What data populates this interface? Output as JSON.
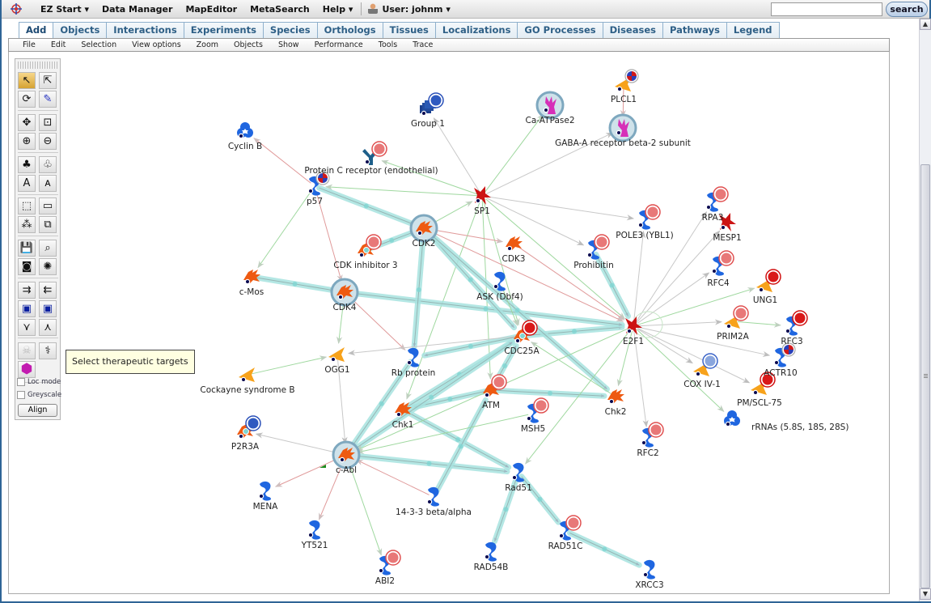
{
  "topbar": {
    "menus": [
      {
        "label": "EZ Start",
        "dropdown": true
      },
      {
        "label": "Data Manager",
        "dropdown": false
      },
      {
        "label": "MapEditor",
        "dropdown": false
      },
      {
        "label": "MetaSearch",
        "dropdown": false
      },
      {
        "label": "Help",
        "dropdown": true
      }
    ],
    "user_label": "User: johnm",
    "search_placeholder": "",
    "search_button": "search"
  },
  "tabs": [
    "Add",
    "Objects",
    "Interactions",
    "Experiments",
    "Species",
    "Orthologs",
    "Tissues",
    "Localizations",
    "GO Processes",
    "Diseases",
    "Pathways",
    "Legend"
  ],
  "active_tab": "Add",
  "submenu": [
    "File",
    "Edit",
    "Selection",
    "View options",
    "Zoom",
    "Objects",
    "Show",
    "Performance",
    "Tools",
    "Trace"
  ],
  "palette": {
    "tools": [
      {
        "name": "pointer-tool",
        "glyph": "↖",
        "selected": true
      },
      {
        "name": "lasso-select-tool",
        "glyph": "⇱",
        "selected": false
      },
      {
        "name": "rotate-select-tool",
        "glyph": "⟳",
        "selected": false
      },
      {
        "name": "brush-tool",
        "glyph": "✎",
        "selected": false
      },
      {
        "name": "pan-tool",
        "glyph": "✥",
        "selected": false
      },
      {
        "name": "fit-tool",
        "glyph": "⊡",
        "selected": false
      },
      {
        "name": "zoom-in-tool",
        "glyph": "⊕",
        "selected": false
      },
      {
        "name": "zoom-out-tool",
        "glyph": "⊖",
        "selected": false
      },
      {
        "name": "enlarge-icons-tool",
        "glyph": "♣",
        "selected": false
      },
      {
        "name": "shrink-icons-tool",
        "glyph": "♧",
        "selected": false
      },
      {
        "name": "font-larger-tool",
        "glyph": "A",
        "selected": false
      },
      {
        "name": "font-smaller-tool",
        "glyph": "ᴀ",
        "selected": false
      },
      {
        "name": "move-selection-tool",
        "glyph": "⬚",
        "selected": false
      },
      {
        "name": "move-box-tool",
        "glyph": "▭",
        "selected": false
      },
      {
        "name": "layout-network-tool",
        "glyph": "⁂",
        "selected": false
      },
      {
        "name": "expand-box-tool",
        "glyph": "⧉",
        "selected": false
      },
      {
        "name": "save-tool",
        "glyph": "💾",
        "selected": false
      },
      {
        "name": "find-tool",
        "glyph": "⌕",
        "selected": false
      },
      {
        "name": "snapshot-tool",
        "glyph": "◙",
        "selected": false
      },
      {
        "name": "highlight-tool",
        "glyph": "✺",
        "selected": false
      },
      {
        "name": "expand-in-tool",
        "glyph": "⇉",
        "selected": false
      },
      {
        "name": "expand-out-tool",
        "glyph": "⇇",
        "selected": false
      },
      {
        "name": "expand-in-filled-tool",
        "glyph": "▣",
        "selected": false
      },
      {
        "name": "expand-out-filled-tool",
        "glyph": "▣",
        "selected": false
      },
      {
        "name": "merge-tool",
        "glyph": "⋎",
        "selected": false
      },
      {
        "name": "split-tool",
        "glyph": "⋏",
        "selected": false
      },
      {
        "name": "toxicity-tool",
        "glyph": "☠",
        "selected": false
      },
      {
        "name": "therapeutic-targets-tool",
        "glyph": "⚕",
        "selected": false
      },
      {
        "name": "hexagon-tool",
        "glyph": "⬢",
        "selected": false
      }
    ],
    "checkboxes": [
      {
        "label": "Loc mode",
        "checked": false
      },
      {
        "label": "Greyscale",
        "checked": false
      }
    ],
    "align_button": "Align"
  },
  "tooltip": "Select therapeutic targets",
  "network": {
    "nodes": [
      {
        "id": "group1",
        "label": "Group 1",
        "type": "group",
        "badge": "blue-solid"
      },
      {
        "id": "plcl1",
        "label": "PLCL1",
        "type": "enzyme",
        "badge": "mixed"
      },
      {
        "id": "caatpase2",
        "label": "Ca-ATPase2",
        "type": "channel",
        "badge": "none",
        "highlight": true
      },
      {
        "id": "gaba",
        "label": "GABA-A receptor beta-2 subunit",
        "type": "channel",
        "badge": "none",
        "highlight": true
      },
      {
        "id": "cyclinb",
        "label": "Cyclin B",
        "type": "complex",
        "badge": "none"
      },
      {
        "id": "protc",
        "label": "Protein C receptor (endothelial)",
        "type": "receptor",
        "badge": "red-light"
      },
      {
        "id": "p57",
        "label": "p57",
        "type": "protein",
        "badge": "mixed"
      },
      {
        "id": "sp1",
        "label": "SP1",
        "type": "tf",
        "badge": "none"
      },
      {
        "id": "cdk2",
        "label": "CDK2",
        "type": "kinase",
        "badge": "none",
        "highlight": true
      },
      {
        "id": "rpa3",
        "label": "RPA3",
        "type": "protein",
        "badge": "red-light"
      },
      {
        "id": "mesp1",
        "label": "MESP1",
        "type": "tf",
        "badge": "none"
      },
      {
        "id": "pole3",
        "label": "POLE3 (YBL1)",
        "type": "protein",
        "badge": "red-light"
      },
      {
        "id": "cdk3",
        "label": "CDK3",
        "type": "kinase",
        "badge": "none"
      },
      {
        "id": "cdkinh3",
        "label": "CDK inhibitor 3",
        "type": "phosphatase",
        "badge": "red-light"
      },
      {
        "id": "prohibitin",
        "label": "Prohibitin",
        "type": "protein",
        "badge": "red-light"
      },
      {
        "id": "rfc4",
        "label": "RFC4",
        "type": "protein",
        "badge": "red-light"
      },
      {
        "id": "cmos",
        "label": "c-Mos",
        "type": "kinase",
        "badge": "none"
      },
      {
        "id": "cdk4",
        "label": "CDK4",
        "type": "kinase",
        "badge": "none",
        "highlight": true
      },
      {
        "id": "askdbf4",
        "label": "ASK (Dbf4)",
        "type": "protein",
        "badge": "none"
      },
      {
        "id": "ung1",
        "label": "UNG1",
        "type": "enzyme",
        "badge": "red-dark"
      },
      {
        "id": "e2f1",
        "label": "E2F1",
        "type": "tf",
        "badge": "none"
      },
      {
        "id": "prim2a",
        "label": "PRIM2A",
        "type": "enzyme",
        "badge": "red-light"
      },
      {
        "id": "rfc3",
        "label": "RFC3",
        "type": "protein",
        "badge": "red-dark"
      },
      {
        "id": "cdc25a",
        "label": "CDC25A",
        "type": "phosphatase",
        "badge": "red-dark"
      },
      {
        "id": "ogg1",
        "label": "OGG1",
        "type": "enzyme",
        "badge": "none"
      },
      {
        "id": "rbprotein",
        "label": "Rb protein",
        "type": "protein",
        "badge": "none"
      },
      {
        "id": "actr10",
        "label": "ACTR10",
        "type": "protein",
        "badge": "mixed"
      },
      {
        "id": "coxiv1",
        "label": "COX IV-1",
        "type": "enzyme",
        "badge": "blue-light"
      },
      {
        "id": "cockayne",
        "label": "Cockayne syndrome B",
        "type": "enzyme",
        "badge": "none"
      },
      {
        "id": "atm",
        "label": "ATM",
        "type": "kinase",
        "badge": "red-light"
      },
      {
        "id": "chk2",
        "label": "Chk2",
        "type": "kinase",
        "badge": "none"
      },
      {
        "id": "pmscl75",
        "label": "PM/SCL-75",
        "type": "enzyme",
        "badge": "red-dark"
      },
      {
        "id": "chk1",
        "label": "Chk1",
        "type": "kinase",
        "badge": "none"
      },
      {
        "id": "msh5",
        "label": "MSH5",
        "type": "protein",
        "badge": "red-light"
      },
      {
        "id": "rrnas",
        "label": "rRNAs (5.8S, 18S, 28S)",
        "type": "complex",
        "badge": "none"
      },
      {
        "id": "p2r3a",
        "label": "P2R3A",
        "type": "phosphatase",
        "badge": "blue-solid"
      },
      {
        "id": "rfc2",
        "label": "RFC2",
        "type": "protein",
        "badge": "red-light"
      },
      {
        "id": "cabl",
        "label": "c-Abl",
        "type": "kinase",
        "badge": "none",
        "highlight": true
      },
      {
        "id": "rad51",
        "label": "Rad51",
        "type": "protein",
        "badge": "none"
      },
      {
        "id": "mena",
        "label": "MENA",
        "type": "protein",
        "badge": "none"
      },
      {
        "id": "1433",
        "label": "14-3-3 beta/alpha",
        "type": "protein",
        "badge": "none"
      },
      {
        "id": "yt521",
        "label": "YT521",
        "type": "protein",
        "badge": "none"
      },
      {
        "id": "rad51c",
        "label": "RAD51C",
        "type": "protein",
        "badge": "red-light"
      },
      {
        "id": "rad54b",
        "label": "RAD54B",
        "type": "protein",
        "badge": "none"
      },
      {
        "id": "abi2",
        "label": "ABI2",
        "type": "protein",
        "badge": "red-light"
      },
      {
        "id": "xrcc3",
        "label": "XRCC3",
        "type": "protein",
        "badge": "none"
      }
    ],
    "edges": [
      {
        "from": "sp1",
        "to": "group1",
        "kind": "grey"
      },
      {
        "from": "sp1",
        "to": "caatpase2",
        "kind": "green"
      },
      {
        "from": "sp1",
        "to": "gaba",
        "kind": "grey"
      },
      {
        "from": "plcl1",
        "to": "gaba",
        "kind": "red"
      },
      {
        "from": "p57",
        "to": "cyclinb",
        "kind": "red"
      },
      {
        "from": "sp1",
        "to": "protc",
        "kind": "green"
      },
      {
        "from": "sp1",
        "to": "p57",
        "kind": "green"
      },
      {
        "from": "p57",
        "to": "cdk2",
        "kind": "thick"
      },
      {
        "from": "cdk2",
        "to": "sp1",
        "kind": "green"
      },
      {
        "from": "sp1",
        "to": "pole3",
        "kind": "grey"
      },
      {
        "from": "sp1",
        "to": "prohibitin",
        "kind": "grey"
      },
      {
        "from": "sp1",
        "to": "cdc25a",
        "kind": "green"
      },
      {
        "from": "sp1",
        "to": "e2f1",
        "kind": "green"
      },
      {
        "from": "sp1",
        "to": "atm",
        "kind": "green"
      },
      {
        "from": "sp1",
        "to": "chk1",
        "kind": "green"
      },
      {
        "from": "e2f1",
        "to": "pole3",
        "kind": "grey"
      },
      {
        "from": "e2f1",
        "to": "rpa3",
        "kind": "grey"
      },
      {
        "from": "e2f1",
        "to": "mesp1",
        "kind": "grey"
      },
      {
        "from": "e2f1",
        "to": "rfc4",
        "kind": "grey"
      },
      {
        "from": "e2f1",
        "to": "ung1",
        "kind": "green"
      },
      {
        "from": "e2f1",
        "to": "prim2a",
        "kind": "grey"
      },
      {
        "from": "prim2a",
        "to": "rfc3",
        "kind": "green"
      },
      {
        "from": "e2f1",
        "to": "actr10",
        "kind": "grey"
      },
      {
        "from": "e2f1",
        "to": "coxiv1",
        "kind": "grey"
      },
      {
        "from": "e2f1",
        "to": "pmscl75",
        "kind": "grey"
      },
      {
        "from": "e2f1",
        "to": "rrnas",
        "kind": "green"
      },
      {
        "from": "e2f1",
        "to": "rfc2",
        "kind": "grey"
      },
      {
        "from": "e2f1",
        "to": "chk2",
        "kind": "green"
      },
      {
        "from": "prohibitin",
        "to": "e2f1",
        "kind": "thick"
      },
      {
        "from": "cdc25a",
        "to": "e2f1",
        "kind": "thick"
      },
      {
        "from": "cdk4",
        "to": "e2f1",
        "kind": "thick"
      },
      {
        "from": "cdk2",
        "to": "cdc25a",
        "kind": "thick"
      },
      {
        "from": "cdk2",
        "to": "rbprotein",
        "kind": "thick"
      },
      {
        "from": "cdk2",
        "to": "cdk3",
        "kind": "red"
      },
      {
        "from": "cdkinh3",
        "to": "cdk2",
        "kind": "thick"
      },
      {
        "from": "cdk2",
        "to": "chk2",
        "kind": "thick"
      },
      {
        "from": "cmos",
        "to": "cdk4",
        "kind": "thick"
      },
      {
        "from": "cdk4",
        "to": "rbprotein",
        "kind": "red"
      },
      {
        "from": "cdk4",
        "to": "ogg1",
        "kind": "green"
      },
      {
        "from": "p57",
        "to": "cmos",
        "kind": "green"
      },
      {
        "from": "p57",
        "to": "cdk4",
        "kind": "red"
      },
      {
        "from": "cdc25a",
        "to": "rbprotein",
        "kind": "thick"
      },
      {
        "from": "askdbf4",
        "to": "cdc25a",
        "kind": "green"
      },
      {
        "from": "cdc25a",
        "to": "ogg1",
        "kind": "grey"
      },
      {
        "from": "cockayne",
        "to": "ogg1",
        "kind": "green"
      },
      {
        "from": "atm",
        "to": "cdc25a",
        "kind": "thick"
      },
      {
        "from": "atm",
        "to": "chk1",
        "kind": "thick"
      },
      {
        "from": "atm",
        "to": "chk2",
        "kind": "thick"
      },
      {
        "from": "chk1",
        "to": "cdc25a",
        "kind": "thick"
      },
      {
        "from": "chk1",
        "to": "rad51",
        "kind": "thick"
      },
      {
        "from": "cabl",
        "to": "rad51",
        "kind": "thick"
      },
      {
        "from": "cabl",
        "to": "cdc25a",
        "kind": "thick"
      },
      {
        "from": "rbprotein",
        "to": "cabl",
        "kind": "thick"
      },
      {
        "from": "cabl",
        "to": "p2r3a",
        "kind": "grey"
      },
      {
        "from": "cabl",
        "to": "mena",
        "kind": "red"
      },
      {
        "from": "cabl",
        "to": "yt521",
        "kind": "red"
      },
      {
        "from": "cabl",
        "to": "abi2",
        "kind": "green"
      },
      {
        "from": "1433",
        "to": "cabl",
        "kind": "red"
      },
      {
        "from": "1433",
        "to": "atm",
        "kind": "thick"
      },
      {
        "from": "msh5",
        "to": "cabl",
        "kind": "green"
      },
      {
        "from": "e2f1",
        "to": "rad51",
        "kind": "green"
      },
      {
        "from": "rad51",
        "to": "rad54b",
        "kind": "thick"
      },
      {
        "from": "rad51",
        "to": "rad51c",
        "kind": "thick"
      },
      {
        "from": "rad51c",
        "to": "xrcc3",
        "kind": "thick"
      },
      {
        "from": "e2f1",
        "to": "cabl",
        "kind": "green"
      },
      {
        "from": "cdk2",
        "to": "e2f1",
        "kind": "red"
      },
      {
        "from": "cdk3",
        "to": "e2f1",
        "kind": "red"
      },
      {
        "from": "chk2",
        "to": "cdc25a",
        "kind": "green"
      },
      {
        "from": "ogg1",
        "to": "cabl",
        "kind": "grey"
      }
    ]
  },
  "colors": {
    "thick_edge": "#a8e3e0",
    "green_edge": "#9fd89f",
    "red_edge": "#e09a9a",
    "grey_edge": "#c8c8c8",
    "protein": "#1f66e0",
    "kinase": "#ee5a12",
    "enzyme": "#f7a21b",
    "tf": "#cc1414",
    "channel": "#d62fb8",
    "receptor": "#1d5f8a",
    "highlight_ring": "#7ea8bf",
    "topbar_accent": "#2f6596"
  }
}
